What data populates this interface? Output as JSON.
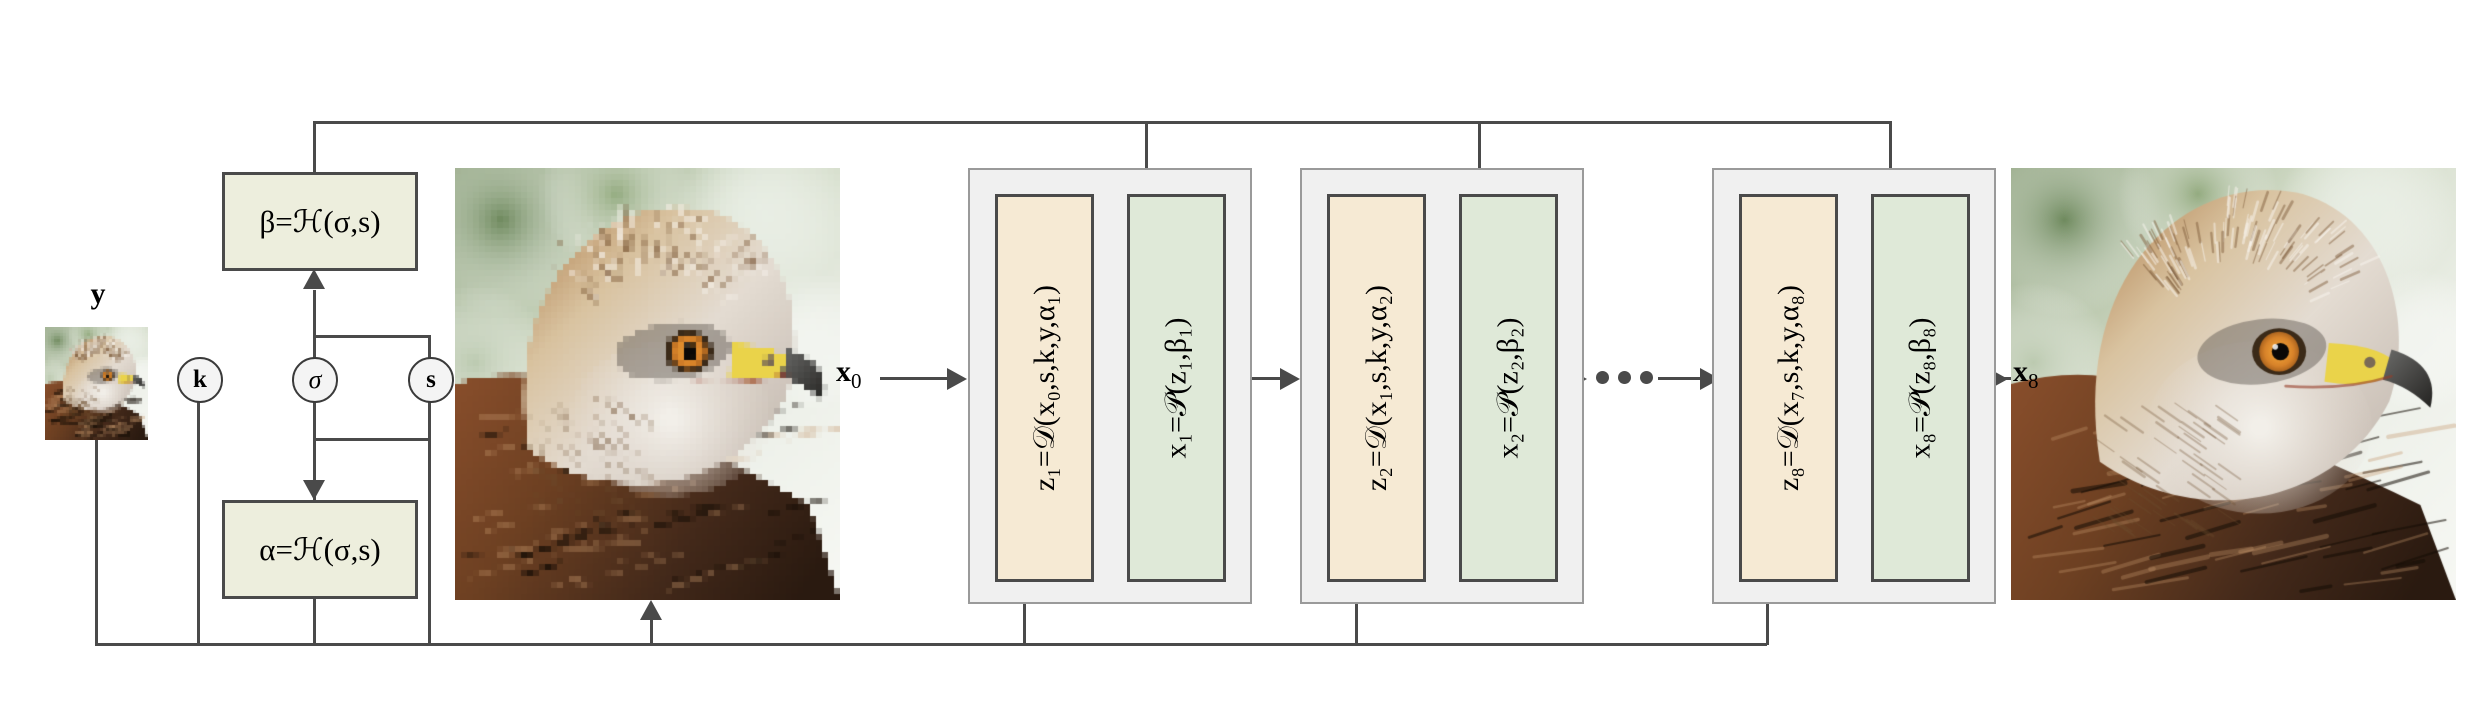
{
  "diagram": {
    "title": "Unrolled iterative deblurring network",
    "type": "flow-diagram"
  },
  "inputs": {
    "y_label": "y",
    "nodes": [
      {
        "id": "k",
        "label": "k",
        "style": "bold"
      },
      {
        "id": "sigma",
        "label": "σ",
        "style": "italic"
      },
      {
        "id": "s",
        "label": "s",
        "style": "bold"
      }
    ]
  },
  "hyper_boxes": [
    {
      "id": "beta",
      "text": "β=ℋ(σ,s)"
    },
    {
      "id": "alpha",
      "text": "α=ℋ(σ,s)"
    }
  ],
  "signals": {
    "x0_label": "x",
    "x0_sub": "0",
    "x8_label": "x",
    "x8_sub": "8"
  },
  "stages": [
    {
      "index": 1,
      "data_box": "z₁=𝒟(x₀,s,k,y,α₁)",
      "prior_box": "x₁=𝒫(z₁,β₁)"
    },
    {
      "index": 2,
      "data_box": "z₂=𝒟(x₁,s,k,y,α₂)",
      "prior_box": "x₂=𝒫(z₂,β₂)"
    },
    {
      "index": 8,
      "data_box": "z₈=𝒟(x₇,s,k,y,α₈)",
      "prior_box": "x₈=𝒫(z₈,β₈)"
    }
  ],
  "ellipsis": "•••",
  "colors": {
    "data_box_fill": "#f6ead4",
    "prior_box_fill": "#dfe9d8",
    "hyper_box_fill": "#edeedd",
    "stage_fill": "#f0f0f0",
    "stroke": "#4a4a4a",
    "node_fill": "#f4f4f4"
  },
  "images": [
    {
      "id": "y-thumbnail",
      "alt": "low-resolution bird (red kite) thumbnail"
    },
    {
      "id": "x0-input-image",
      "alt": "blurred pixelated red kite head"
    },
    {
      "id": "x8-output-image",
      "alt": "sharp restored red kite head"
    }
  ]
}
